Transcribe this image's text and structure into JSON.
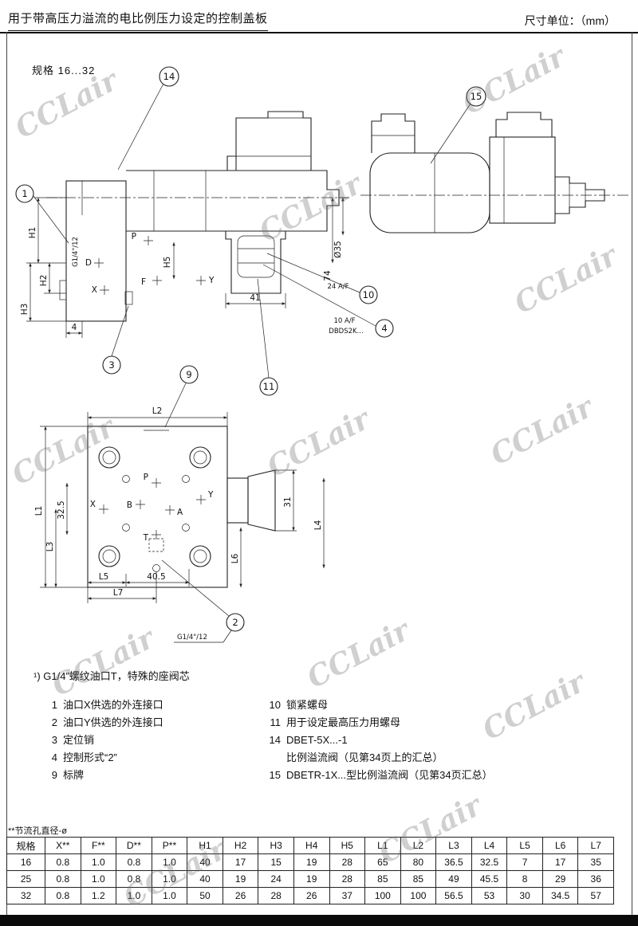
{
  "page": {
    "title": "用于带高压力溢流的电比例压力设定的控制盖板",
    "unit_label": "尺寸单位：（mm）",
    "watermark": "CCLair"
  },
  "drawing": {
    "spec_label": "规格 16...32",
    "callouts": {
      "c1": "1",
      "c2": "2",
      "c3": "3",
      "c4": "4",
      "c9": "9",
      "c10": "10",
      "c11": "11",
      "c14": "14",
      "c15": "15"
    },
    "labels": {
      "g14_top": "G1/4\"/12",
      "h1": "H1",
      "h2": "H2",
      "h3": "H3",
      "h5": "H5",
      "d": "D",
      "x": "X",
      "p": "P",
      "f": "F",
      "y": "Y",
      "dim4": "4",
      "dim41": "41",
      "dia35": "Ø35",
      "dim74": "74",
      "af24": "24 A/F",
      "af10": "10 A/F",
      "dbds": "DBDS2K..."
    },
    "plan": {
      "l1": "L1",
      "l2": "L2",
      "l3": "L3",
      "l4": "L4",
      "l5": "L5",
      "l6": "L6",
      "l7": "L7",
      "d325": "32.5",
      "d405": "40.5",
      "d31": "31",
      "p": "P",
      "a": "A",
      "b": "B",
      "t": "T",
      "x": "X",
      "y": "Y",
      "g14_bottom": "G1/4\"/12"
    }
  },
  "footnote": "¹) G1/4”螺纹油口T，特殊的座阀芯",
  "legend_left": [
    {
      "num": "1",
      "text": "油口X供选的外连接口"
    },
    {
      "num": "2",
      "text": "油口Y供选的外连接口"
    },
    {
      "num": "3",
      "text": "定位销"
    },
    {
      "num": "4",
      "text": "控制形式“2”"
    },
    {
      "num": "9",
      "text": "标牌"
    }
  ],
  "legend_right": [
    {
      "num": "10",
      "text": "锁紧螺母"
    },
    {
      "num": "11",
      "text": "用于设定最高压力用螺母"
    },
    {
      "num": "14",
      "text": "DBET-5X...-1"
    },
    {
      "num": "",
      "text": "比例溢流阀（见第34页上的汇总）"
    },
    {
      "num": "15",
      "text": "DBETR-1X...型比例溢流阀（见第34页汇总）"
    }
  ],
  "table_note": "**节流孔直径-ø",
  "table": {
    "headers": [
      "规格",
      "X**",
      "F**",
      "D**",
      "P**",
      "H1",
      "H2",
      "H3",
      "H4",
      "H5",
      "L1",
      "L2",
      "L3",
      "L4",
      "L5",
      "L6",
      "L7"
    ],
    "rows": [
      [
        "16",
        "0.8",
        "1.0",
        "0.8",
        "1.0",
        "40",
        "17",
        "15",
        "19",
        "28",
        "65",
        "80",
        "36.5",
        "32.5",
        "7",
        "17",
        "35"
      ],
      [
        "25",
        "0.8",
        "1.0",
        "0.8",
        "1.0",
        "40",
        "19",
        "24",
        "19",
        "28",
        "85",
        "85",
        "49",
        "45.5",
        "8",
        "29",
        "36"
      ],
      [
        "32",
        "0.8",
        "1.2",
        "1.0",
        "1.0",
        "50",
        "26",
        "28",
        "26",
        "37",
        "100",
        "100",
        "56.5",
        "53",
        "30",
        "34.5",
        "57"
      ]
    ]
  }
}
